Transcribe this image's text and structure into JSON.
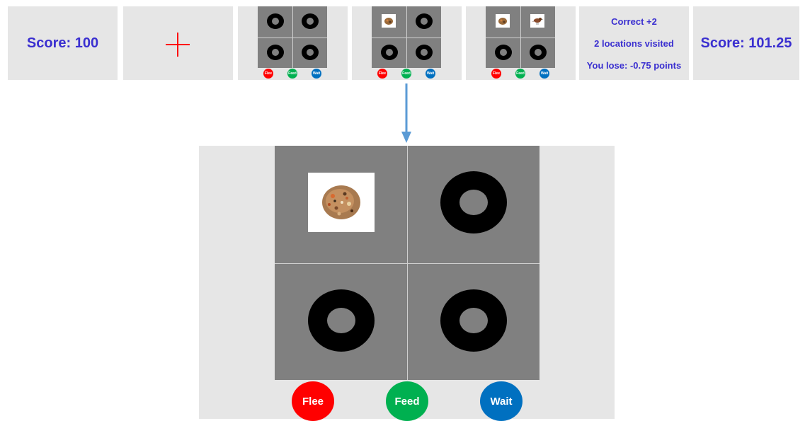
{
  "sequence": {
    "start_score": "Score: 100",
    "end_score": "Score: 101.25",
    "feedback": {
      "line1": "Correct +2",
      "line2": "2 locations visited",
      "line3": "You lose: -0.75 points"
    }
  },
  "buttons": {
    "flee": "Flee",
    "feed": "Feed",
    "wait": "Wait"
  },
  "colors": {
    "text": "#3a2fd0",
    "fixation": "#ff0000",
    "flee": "#ff0000",
    "feed": "#00b050",
    "wait": "#0070c0",
    "arrow": "#5b9bd5"
  },
  "icons": [
    "fixation-cross",
    "ring-icon",
    "seed-pile-icon",
    "bird-icon",
    "down-arrow-icon"
  ]
}
